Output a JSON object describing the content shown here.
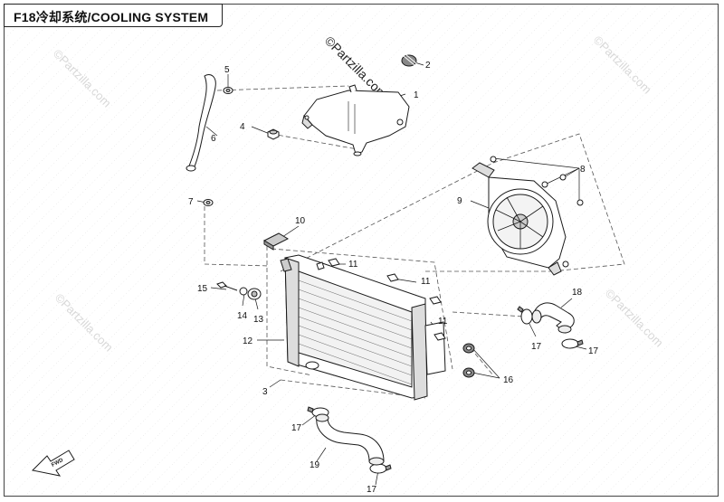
{
  "title": "F18冷却系统/COOLING SYSTEM",
  "watermark": "©Partzilla.com",
  "callouts": {
    "c1": "1",
    "c2": "2",
    "c3": "3",
    "c4": "4",
    "c5": "5",
    "c6": "6",
    "c7": "7",
    "c8": "8",
    "c9": "9",
    "c10": "10",
    "c11a": "11",
    "c11b": "11",
    "c11c": "11",
    "c12": "12",
    "c13": "13",
    "c14": "14",
    "c15": "15",
    "c16": "16",
    "c17a": "17",
    "c17b": "17",
    "c17c": "17",
    "c18": "18",
    "c19": "19"
  },
  "colors": {
    "line": "#1a1a1a",
    "dashed": "#555555",
    "watermark": "#d8d8d8",
    "part_fill": "#ffffff",
    "part_shade": "#bfbfbf"
  },
  "icons": {
    "front": "front-arrow-icon"
  }
}
